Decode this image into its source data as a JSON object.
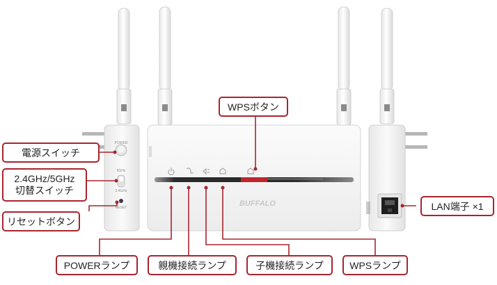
{
  "colors": {
    "accent": "#a8242e",
    "device_body": "#f2f2f2",
    "device_edge": "#d4d4d4",
    "led": "#4caf50",
    "wps_button": "#c0262d"
  },
  "device": {
    "brand_logo": "BUFFALO",
    "power_switch_label": "POWER",
    "band_labels": [
      "5GHz",
      "2.4GHz"
    ],
    "reset_label": "RESET"
  },
  "icons": [
    "power-icon",
    "parent-connection-icon",
    "child-connection-icon",
    "wps-icon",
    "lan-port-icon"
  ],
  "callouts": {
    "wps_button": "WPSボタン",
    "power_switch": "電源スイッチ",
    "band_switch_line1": "2.4GHz/5GHz",
    "band_switch_line2": "切替スイッチ",
    "reset_button": "リセットボタン",
    "lan_port": "LAN端子 ×1",
    "power_lamp": "POWERランプ",
    "parent_lamp": "親機接続ランプ",
    "child_lamp": "子機接続ランプ",
    "wps_lamp": "WPSランプ"
  }
}
